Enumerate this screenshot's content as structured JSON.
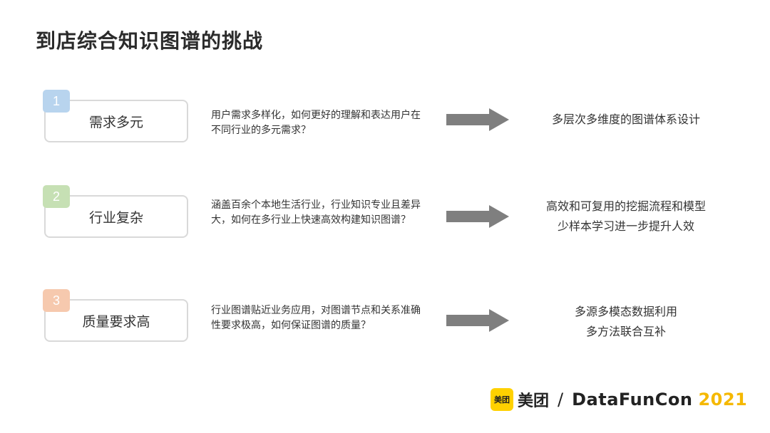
{
  "page": {
    "title": "到店综合知识图谱的挑战"
  },
  "rows": [
    {
      "number": "1",
      "label": "需求多元",
      "description": "用户需求多样化，如何更好的理解和表达用户在不同行业的多元需求？",
      "solution": [
        "多层次多维度的图谱体系设计"
      ],
      "badge_color": "#b8d4ee"
    },
    {
      "number": "2",
      "label": "行业复杂",
      "description": "涵盖百余个本地生活行业，行业知识专业且差异大，如何在多行业上快速高效构建知识图谱？",
      "solution": [
        "高效和可复用的挖掘流程和模型",
        "少样本学习进一步提升人效"
      ],
      "badge_color": "#c6e0b4"
    },
    {
      "number": "3",
      "label": "质量要求高",
      "description": "行业图谱贴近业务应用，对图谱节点和关系准确性要求极高，如何保证图谱的质量？",
      "solution": [
        "多源多模态数据利用",
        "多方法联合互补"
      ],
      "badge_color": "#f6c9ae"
    }
  ],
  "footer": {
    "logo_text": "美团",
    "brand": "美团",
    "separator": "/",
    "conference": "DataFunCon",
    "year": "2021",
    "brand_color": "#ffd100",
    "year_color": "#f5b800"
  },
  "icons": {
    "arrow": "right-arrow-icon",
    "logo": "meituan-logo-icon"
  }
}
